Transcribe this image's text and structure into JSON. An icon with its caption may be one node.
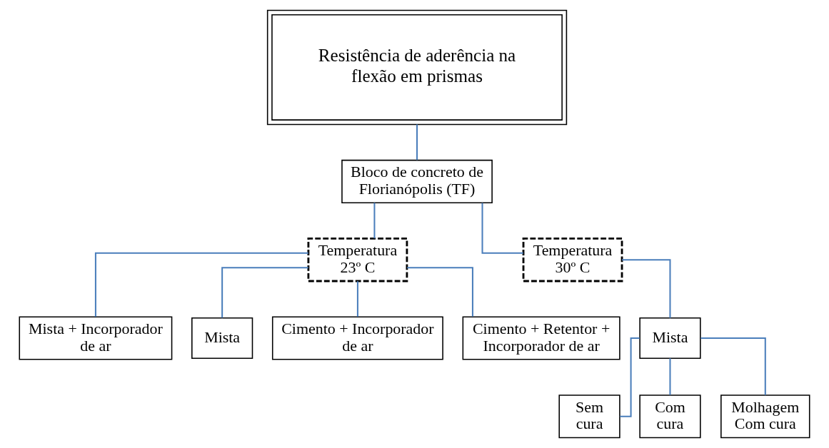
{
  "diagram": {
    "nodes": [
      {
        "text": [
          "Resistência de aderência na flexão em prismas"
        ]
      },
      {
        "text": [
          "Bloco de concreto de Florianópolis (TF)"
        ]
      },
      {
        "text": [
          "Temperatura 23º C"
        ]
      },
      {
        "text": [
          "Temperatura 30º C"
        ]
      },
      {
        "text": [
          "Mista + Incorporador de ar"
        ]
      },
      {
        "text": [
          "Mista"
        ]
      },
      {
        "text": [
          "Cimento + Incorporador de ar"
        ]
      },
      {
        "text": [
          "Cimento + Retentor + Incorporador de ar"
        ]
      },
      {
        "text": [
          "Mista"
        ]
      },
      {
        "text": [
          "Sem cura"
        ]
      },
      {
        "text": [
          "Com cura"
        ]
      },
      {
        "text": [
          "Molhagem Com cura"
        ]
      }
    ],
    "edges": [
      {
        "from": 0,
        "to": 1,
        "arrow": "none"
      },
      {
        "from": 1,
        "to": 2,
        "arrow": "none"
      },
      {
        "from": 1,
        "to": 3,
        "arrow": "none"
      },
      {
        "from": 2,
        "to": 4,
        "arrow": "none"
      },
      {
        "from": 2,
        "to": 5,
        "arrow": "none"
      },
      {
        "from": 2,
        "to": 6,
        "arrow": "none"
      },
      {
        "from": 2,
        "to": 7,
        "arrow": "none"
      },
      {
        "from": 3,
        "to": 8,
        "arrow": "none"
      },
      {
        "from": 8,
        "to": 9,
        "arrow": "none"
      },
      {
        "from": 8,
        "to": 10,
        "arrow": "none"
      },
      {
        "from": 8,
        "to": 11,
        "arrow": "none"
      }
    ]
  }
}
